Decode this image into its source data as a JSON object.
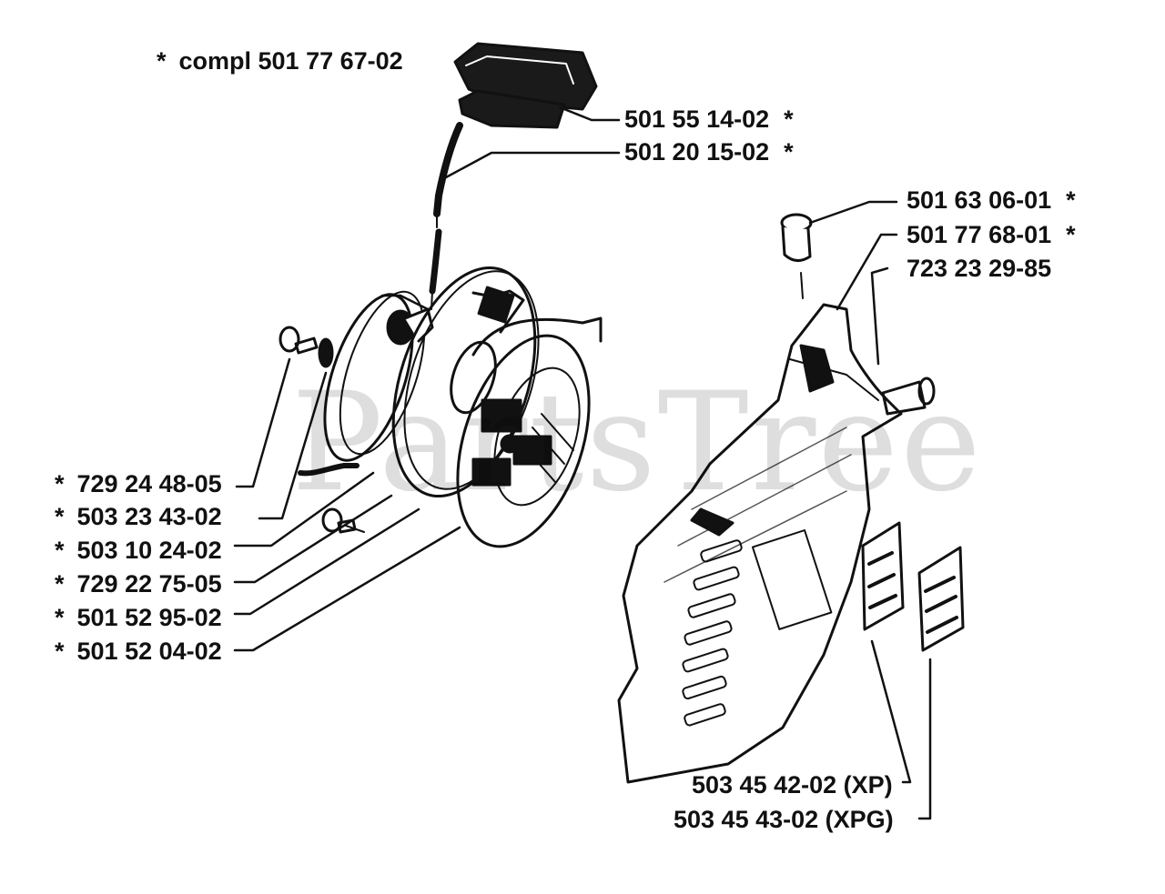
{
  "watermark": "PartsTree",
  "labels": {
    "compl": {
      "star": "*",
      "text": "compl 501 77 67-02"
    },
    "handle": {
      "text": "501 55 14-02",
      "star": "*"
    },
    "rope": {
      "text": "501 20 15-02",
      "star": "*"
    },
    "plug": {
      "text": "501 63 06-01",
      "star": "*"
    },
    "cover_part": {
      "text": "501 77 68-01",
      "star": "*"
    },
    "screw_right": {
      "text": "723 23 29-85"
    },
    "left_parts": [
      {
        "star": "*",
        "text": "729 24 48-05"
      },
      {
        "star": "*",
        "text": "503 23 43-02"
      },
      {
        "star": "*",
        "text": "503 10 24-02"
      },
      {
        "star": "*",
        "text": "729 22 75-05"
      },
      {
        "star": "*",
        "text": "501 52 95-02"
      },
      {
        "star": "*",
        "text": "501 52 04-02"
      }
    ],
    "decal_xp": {
      "text": "503 45 42-02 (XP)"
    },
    "decal_xpg": {
      "text": "503 45 43-02 (XPG)"
    }
  }
}
